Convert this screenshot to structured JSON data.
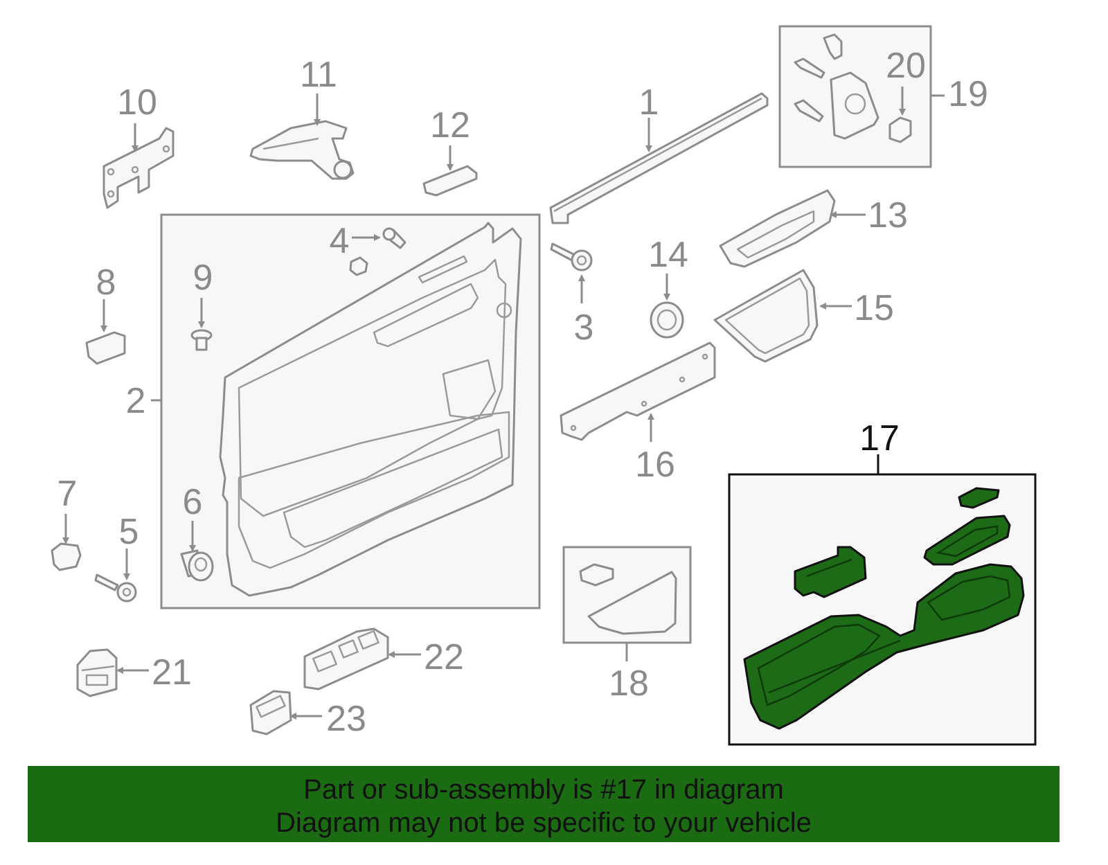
{
  "diagram": {
    "labels": {
      "p1": "1",
      "p2": "2",
      "p3": "3",
      "p4": "4",
      "p5": "5",
      "p6": "6",
      "p7": "7",
      "p8": "8",
      "p9": "9",
      "p10": "10",
      "p11": "11",
      "p12": "12",
      "p13": "13",
      "p14": "14",
      "p15": "15",
      "p16": "16",
      "p17": "17",
      "p18": "18",
      "p19": "19",
      "p20": "20",
      "p21": "21",
      "p22": "22",
      "p23": "23"
    },
    "highlight_part": "17",
    "colors": {
      "highlight": "#1d6b16",
      "banner": "#1a6b12",
      "line": "#8c8c8c"
    }
  },
  "banner": {
    "line1": "Part or sub-assembly is #17 in diagram",
    "line2": "Diagram may not be specific to your vehicle"
  }
}
